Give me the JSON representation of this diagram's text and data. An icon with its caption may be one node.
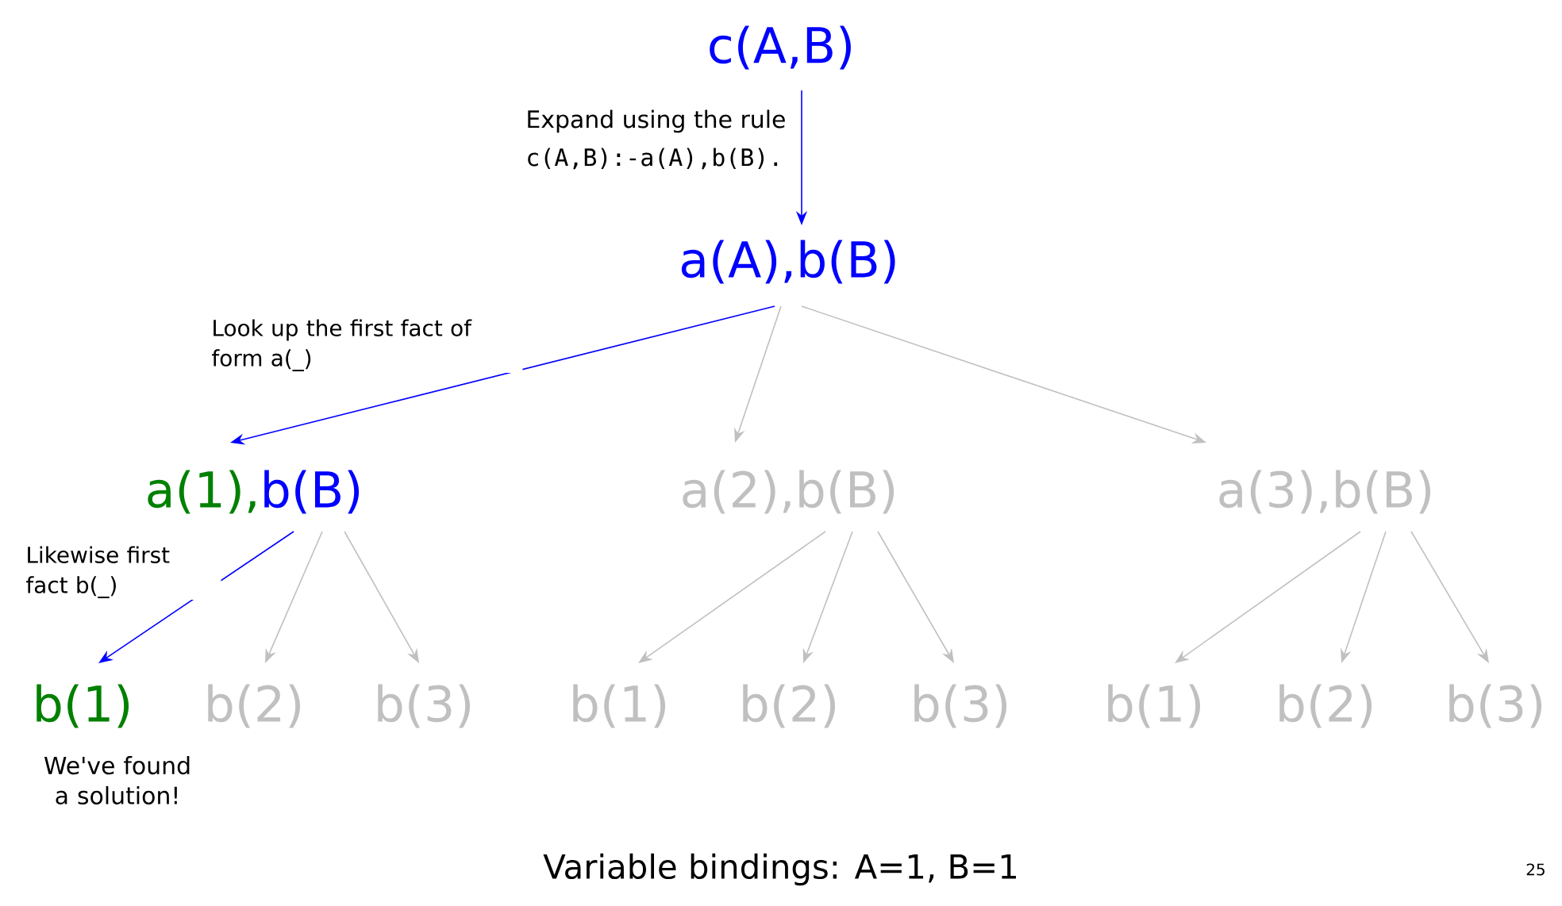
{
  "diagram": {
    "caption": "Variable bindings: A=1, B=1",
    "nodes": [
      {
        "text": [
          "c(A,B)"
        ]
      },
      {
        "text": [
          "a(A),b(B)"
        ]
      },
      {
        "text": [
          "a(1),",
          "b(B)"
        ]
      },
      {
        "text": [
          "a(2),b(B)"
        ]
      },
      {
        "text": [
          "a(3),b(B)"
        ]
      },
      {
        "text": [
          "b(1)"
        ],
        "beside": [
          "We've found a solution!"
        ]
      },
      {
        "text": [
          "b(2)"
        ]
      },
      {
        "text": [
          "b(3)"
        ]
      },
      {
        "text": [
          "b(1)"
        ]
      },
      {
        "text": [
          "b(2)"
        ]
      },
      {
        "text": [
          "b(3)"
        ]
      },
      {
        "text": [
          "b(1)"
        ]
      },
      {
        "text": [
          "b(2)"
        ]
      },
      {
        "text": [
          "b(3)"
        ]
      }
    ],
    "edges": [
      {
        "from": 0,
        "to": 1,
        "arrow": "to",
        "label": "Expand using the rule",
        "color": "#0000ff"
      },
      {
        "from": 1,
        "to": 2,
        "arrow": "to",
        "label": "Look up the first fact of form a(_)",
        "color": "#0000ff"
      },
      {
        "from": 1,
        "to": 3,
        "arrow": "to"
      },
      {
        "from": 1,
        "to": 4,
        "arrow": "to"
      },
      {
        "from": 2,
        "to": 5,
        "arrow": "to",
        "label": "Likewise first fact b(_)",
        "color": "#0000ff"
      },
      {
        "from": 2,
        "to": 6,
        "arrow": "to"
      },
      {
        "from": 2,
        "to": 7,
        "arrow": "to"
      },
      {
        "from": 3,
        "to": 8,
        "arrow": "to"
      },
      {
        "from": 3,
        "to": 9,
        "arrow": "to"
      },
      {
        "from": 3,
        "to": 10,
        "arrow": "to"
      },
      {
        "from": 4,
        "to": 11,
        "arrow": "to"
      },
      {
        "from": 4,
        "to": 12,
        "arrow": "to"
      },
      {
        "from": 4,
        "to": 13,
        "arrow": "to"
      }
    ],
    "labels": [
      "c(A,B):-a(A),b(B).",
      "25"
    ]
  }
}
